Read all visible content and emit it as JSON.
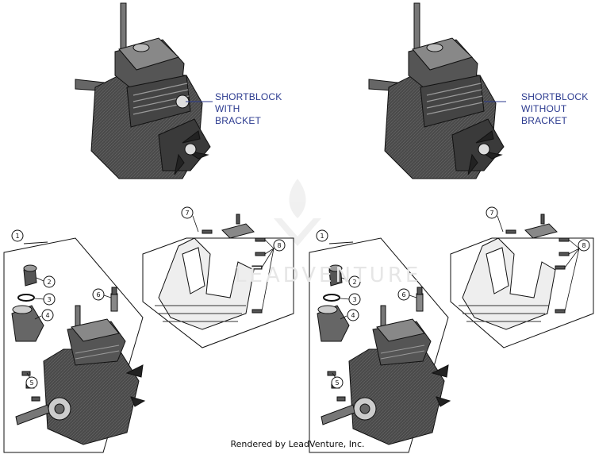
{
  "top_left_callout": [
    "SHORTBLOCK",
    "WITH",
    "BRACKET"
  ],
  "top_right_callout": [
    "SHORTBLOCK",
    "WITHOUT",
    "BRACKET"
  ],
  "part_numbers": [
    "1",
    "2",
    "3",
    "4",
    "5",
    "6",
    "7",
    "8"
  ],
  "watermark": "LEADVENTURE",
  "footer_text": "Rendered by LeadVenture, Inc.",
  "colors": {
    "callout_text": "#2b3a8f",
    "line": "#111111",
    "engine_dark": "#3a3a3a"
  }
}
